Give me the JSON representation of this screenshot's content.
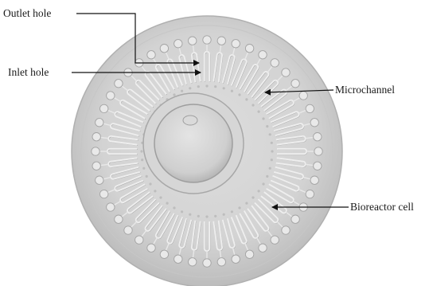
{
  "labels": {
    "outlet": "Outlet hole",
    "inlet": "Inlet hole",
    "microchannel": "Microchannel",
    "bioreactor": "Bioreactor cell"
  },
  "device": {
    "units": 48,
    "disc_color": "#d4d4d4",
    "edge_color": "#b9b9b9"
  }
}
